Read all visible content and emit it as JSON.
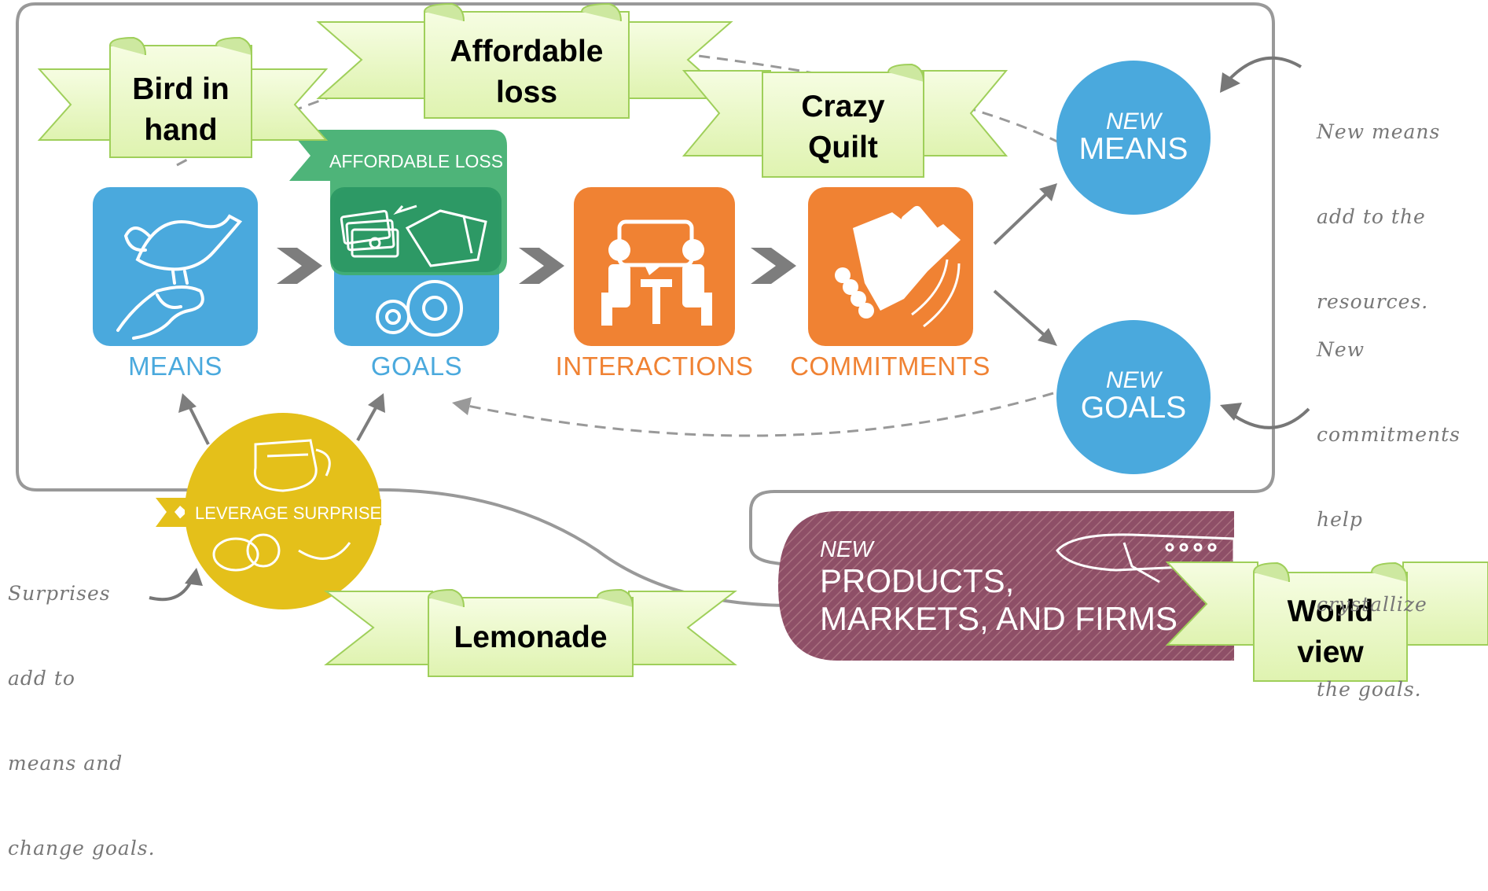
{
  "steps": {
    "means": "MEANS",
    "goals": "GOALS",
    "interactions": "INTERACTIONS",
    "commitments": "COMMITMENTS"
  },
  "flags": {
    "affordable_loss": "AFFORDABLE LOSS",
    "leverage_surprise": "LEVERAGE SURPRISE"
  },
  "new_means": {
    "top": "NEW",
    "bottom": "MEANS"
  },
  "new_goals": {
    "top": "NEW",
    "bottom": "GOALS"
  },
  "products": {
    "top": "NEW",
    "line1": "PRODUCTS,",
    "line2": "MARKETS, AND FIRMS"
  },
  "ribbons": {
    "bird_line1": "Bird in",
    "bird_line2": "hand",
    "affordable_line1": "Affordable",
    "affordable_line2": "loss",
    "crazy_line1": "Crazy",
    "crazy_line2": "Quilt",
    "lemonade": "Lemonade",
    "world_line1": "World",
    "world_line2": "view"
  },
  "notes": {
    "new_means": [
      "New means",
      "add to the",
      "resources."
    ],
    "new_commitments": [
      "New",
      "commitments",
      "help",
      "crystallize",
      "the goals."
    ],
    "surprises": [
      "Surprises",
      "add to",
      "means and",
      "change goals."
    ]
  },
  "colors": {
    "blue": "#4aa9dd",
    "orange": "#f08233",
    "green": "#3fae6e",
    "yellow": "#e4c01a",
    "plum": "#8e4f67",
    "ribbon": "#eaf8c6"
  }
}
